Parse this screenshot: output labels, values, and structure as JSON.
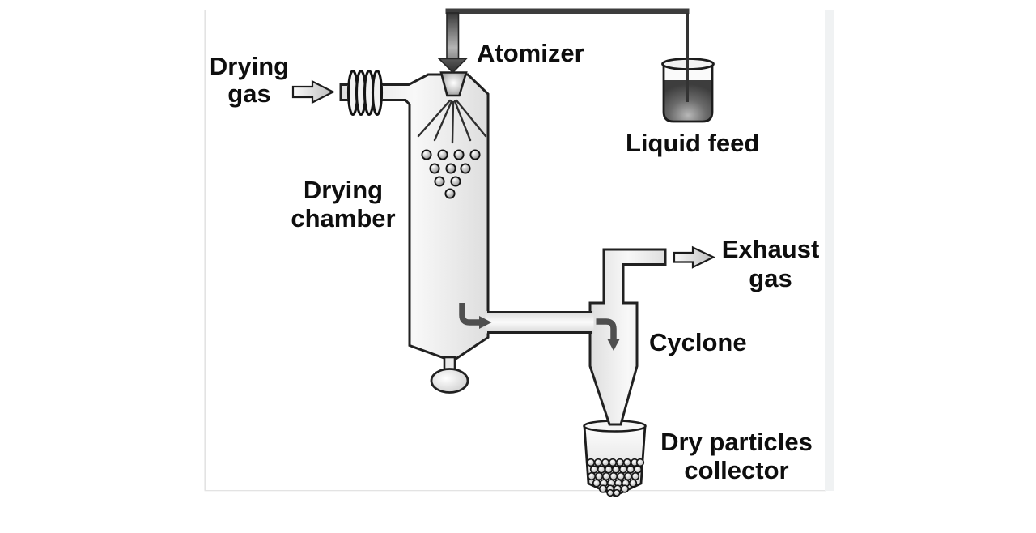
{
  "figure": {
    "description": "Schematic diagram of a spray-drying process",
    "labels": {
      "drying_gas_1": "Drying",
      "drying_gas_2": "gas",
      "atomizer": "Atomizer",
      "liquid_feed": "Liquid feed",
      "drying_chamber_1": "Drying",
      "drying_chamber_2": "chamber",
      "exhaust_gas_1": "Exhaust",
      "exhaust_gas_2": "gas",
      "cyclone": "Cyclone",
      "collector_1": "Dry particles",
      "collector_2": "collector"
    },
    "icons": {
      "drying_gas_inlet": "right-open-arrow-icon",
      "feed_into_atomizer": "down-arrow-icon",
      "chamber_to_cyclone": "curved-right-arrow-icon",
      "inside_cyclone": "curved-down-arrow-icon",
      "exhaust_outlet": "right-open-arrow-icon",
      "heater": "coil-icon"
    },
    "colors": {
      "outline": "#212121",
      "vessel_fill": "#ececec",
      "text": "#0e0e0e",
      "liquid_dark": "#3d3d3d",
      "flow_arrow": "#4f4f4f",
      "page_edge_band": "#f0f2f3"
    }
  }
}
